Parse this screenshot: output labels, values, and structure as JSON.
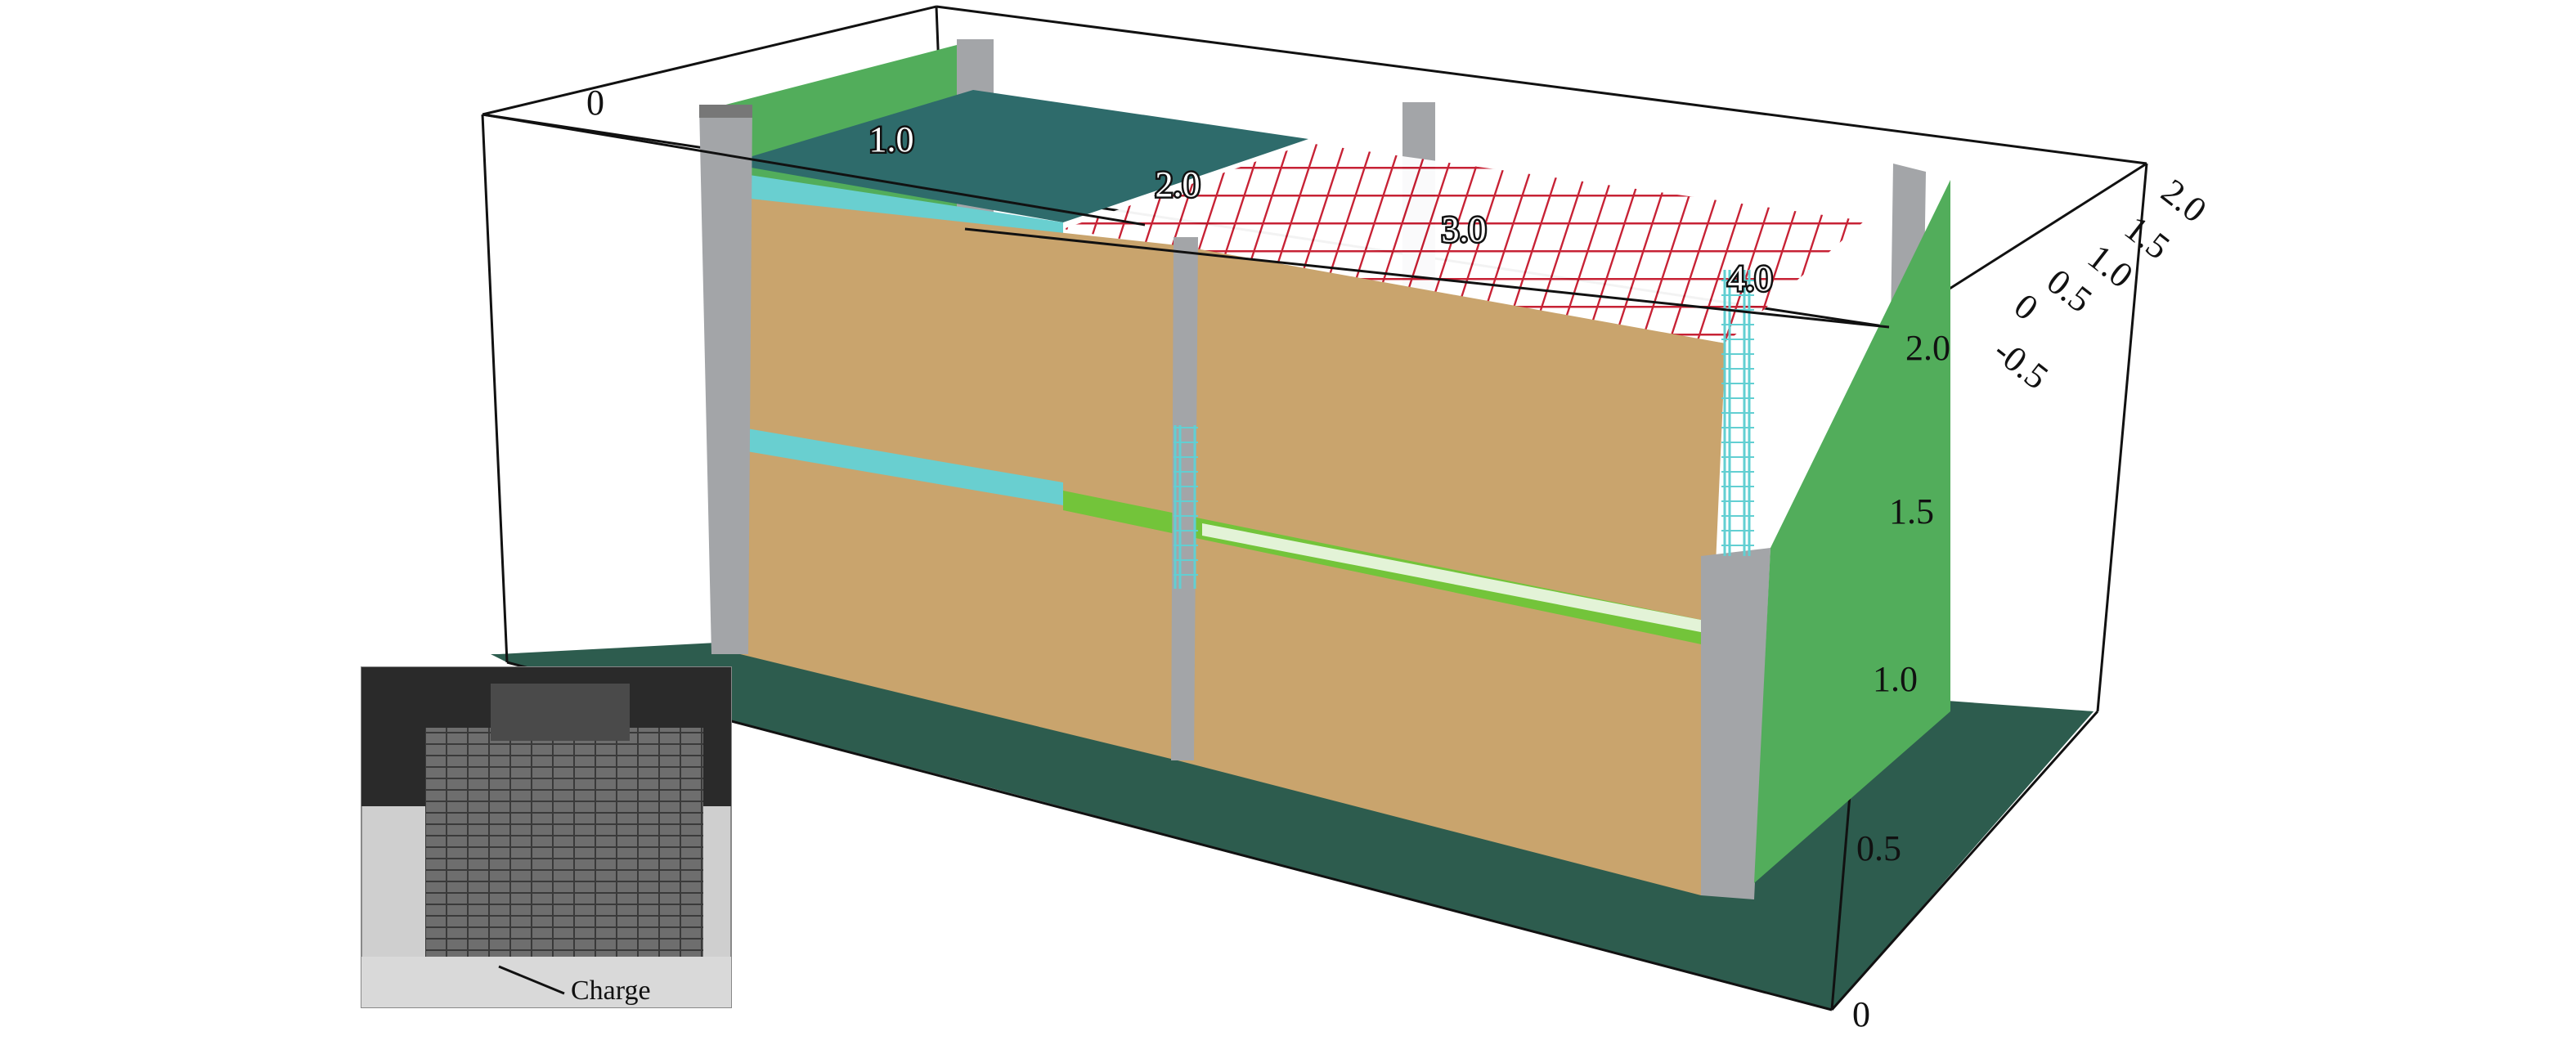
{
  "x_axis": {
    "ticks": [
      "0",
      "1.0",
      "2.0",
      "3.0",
      "4.0"
    ]
  },
  "y_axis": {
    "ticks": [
      "-0.5",
      "0",
      "0.5",
      "1.0",
      "1.5",
      "2.0"
    ]
  },
  "z_axis": {
    "ticks": [
      "0",
      "0.5",
      "1.0",
      "1.5",
      "2.0"
    ]
  },
  "inset_photo": {
    "label": "Charge"
  },
  "colors": {
    "ground": "#2d5c4e",
    "wall": "#c9a46d",
    "column": "#a3a5a8",
    "end_wall": "#52ad5b",
    "roof_slab": "#2e6b6b",
    "ring_beam": "#69cfd0",
    "rebar": "#c4162a",
    "stirrup": "#62cfd2"
  }
}
